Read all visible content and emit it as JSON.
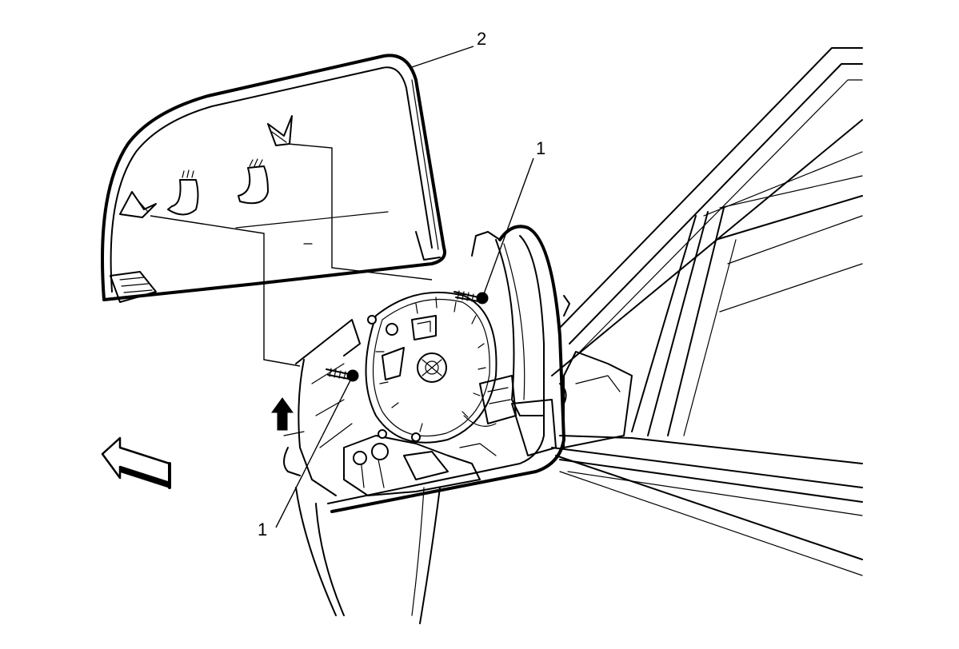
{
  "callouts": {
    "screw_upper": "1",
    "screw_lower": "1",
    "mirror_cover": "2"
  },
  "icons": {
    "direction_arrow_large": "hollow-arrow-icon",
    "direction_arrow_small": "solid-up-arrow-icon"
  },
  "colors": {
    "line": "#000000",
    "background": "#ffffff"
  }
}
